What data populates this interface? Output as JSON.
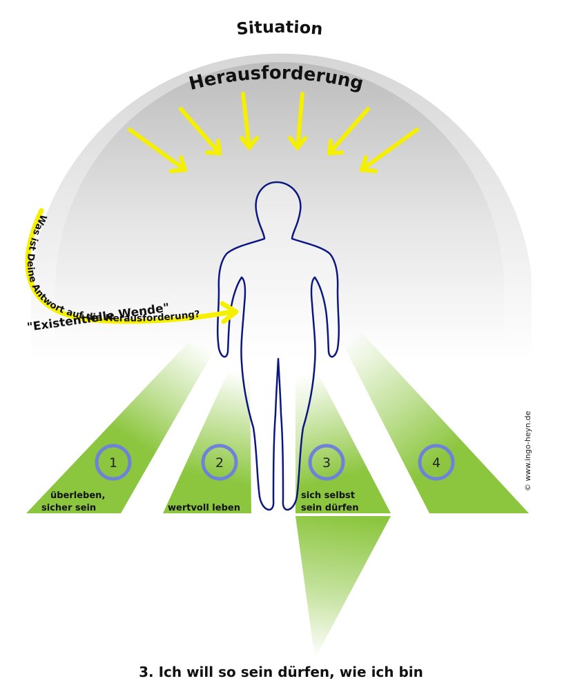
{
  "dome": {
    "outer_label": "Situation",
    "inner_label": "Herausforderung"
  },
  "question_arrow": {
    "text": "Was ist Deine Antwort auf die Herausforderung?",
    "subtitle": "\"Existentielle Wende\""
  },
  "paths": [
    {
      "number": "1",
      "label_lines": [
        "überleben,",
        "sicher sein"
      ]
    },
    {
      "number": "2",
      "label_lines": [
        "wertvoll leben"
      ]
    },
    {
      "number": "3",
      "label_lines": [
        "sich selbst",
        "sein dürfen"
      ]
    },
    {
      "number": "4",
      "label_lines": []
    }
  ],
  "copyright": "© www.ingo-heyn.de",
  "caption": "3. Ich will so sein dürfen, wie ich bin",
  "colors": {
    "path_green": "#8cc63f",
    "arrow_yellow": "#f5f000",
    "figure_outline": "#0b1680",
    "circle_stroke": "#6f82d9",
    "dome_gray": "#c8c8c8"
  }
}
